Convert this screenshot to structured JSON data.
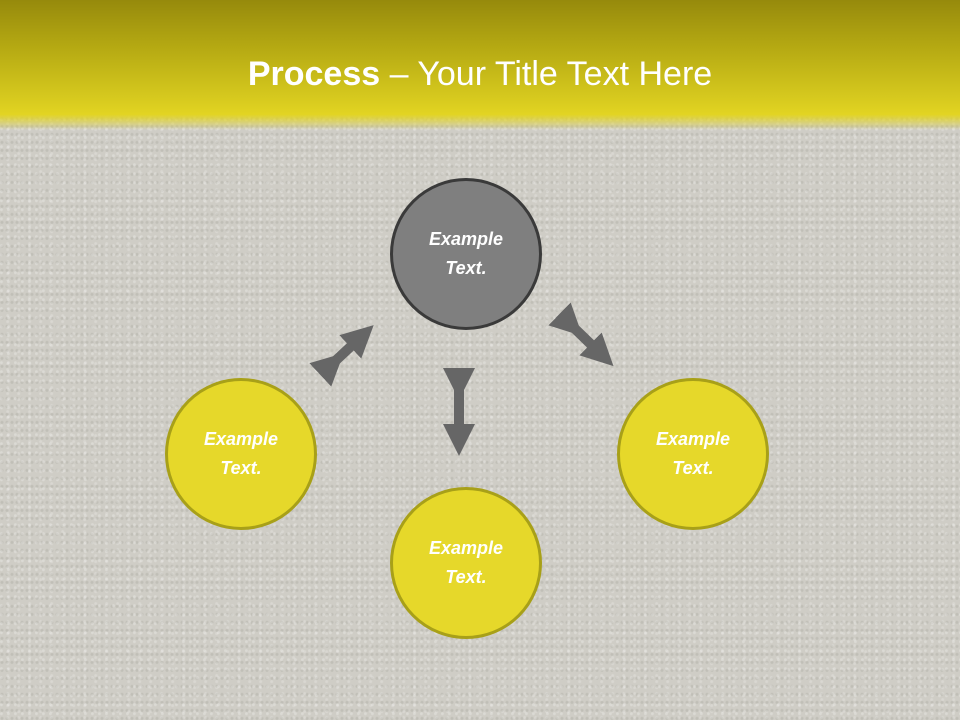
{
  "title": {
    "bold": "Process",
    "rest": " – Your Title Text Here"
  },
  "colors": {
    "header_top": "#968a0c",
    "header_bottom": "#e2d422",
    "background": "#cfcdc6",
    "center_circle": "#7f7f7f",
    "outer_circle": "#e6d82a",
    "arrow": "#666666"
  },
  "nodes": {
    "top": {
      "line1": "Example",
      "line2": "Text."
    },
    "left": {
      "line1": "Example",
      "line2": "Text."
    },
    "bottom": {
      "line1": "Example",
      "line2": "Text."
    },
    "right": {
      "line1": "Example",
      "line2": "Text."
    }
  },
  "arrows": [
    {
      "name": "top-left",
      "type": "double-headed"
    },
    {
      "name": "top-bottom",
      "type": "double-headed"
    },
    {
      "name": "top-right",
      "type": "double-headed"
    }
  ]
}
